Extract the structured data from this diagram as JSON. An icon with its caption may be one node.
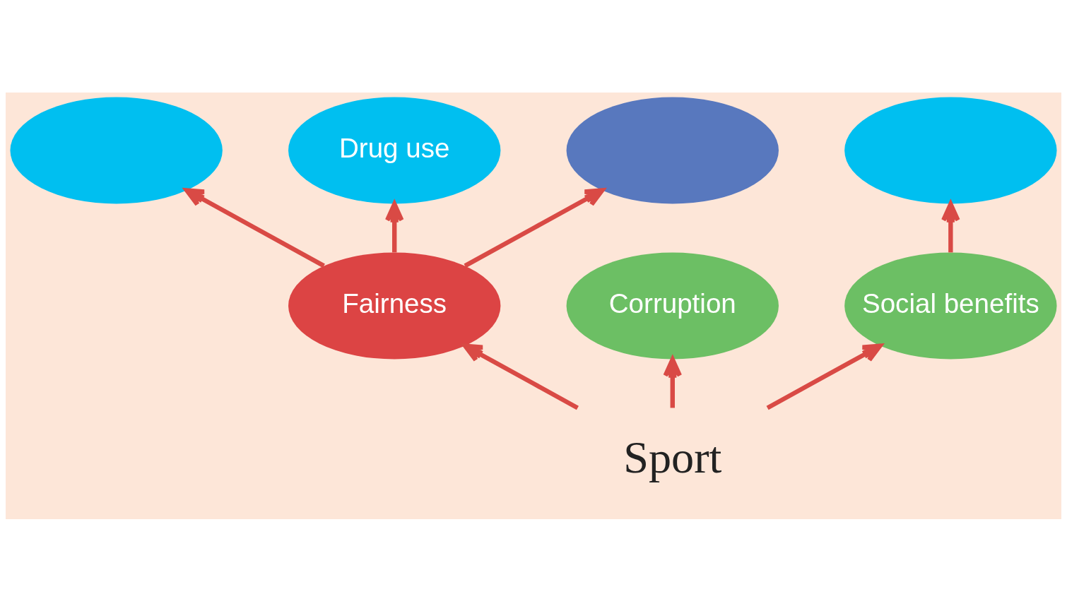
{
  "diagram": {
    "nodes": [
      {
        "text": [],
        "shape": "ellipse"
      },
      {
        "text": [
          "Drug use"
        ]
      },
      {
        "text": [],
        "shape": "ellipse"
      },
      {
        "text": [
          "Fairness"
        ]
      },
      {
        "text": [],
        "shape": "ellipse"
      },
      {
        "text": [
          "Sport"
        ]
      },
      {
        "text": [
          "Corruption"
        ]
      },
      {
        "text": [
          "Social benefits"
        ]
      }
    ],
    "edges": [
      {
        "from": 5,
        "to": 3,
        "arrow": "to"
      },
      {
        "from": 3,
        "to": 1,
        "arrow": "to"
      },
      {
        "from": 3,
        "to": 0,
        "arrow": "to"
      },
      {
        "from": 3,
        "to": 2,
        "arrow": "to"
      },
      {
        "from": 5,
        "to": 7,
        "arrow": "to"
      },
      {
        "from": 5,
        "to": 6,
        "arrow": "to"
      },
      {
        "from": 7,
        "to": 4,
        "arrow": "to"
      }
    ]
  }
}
